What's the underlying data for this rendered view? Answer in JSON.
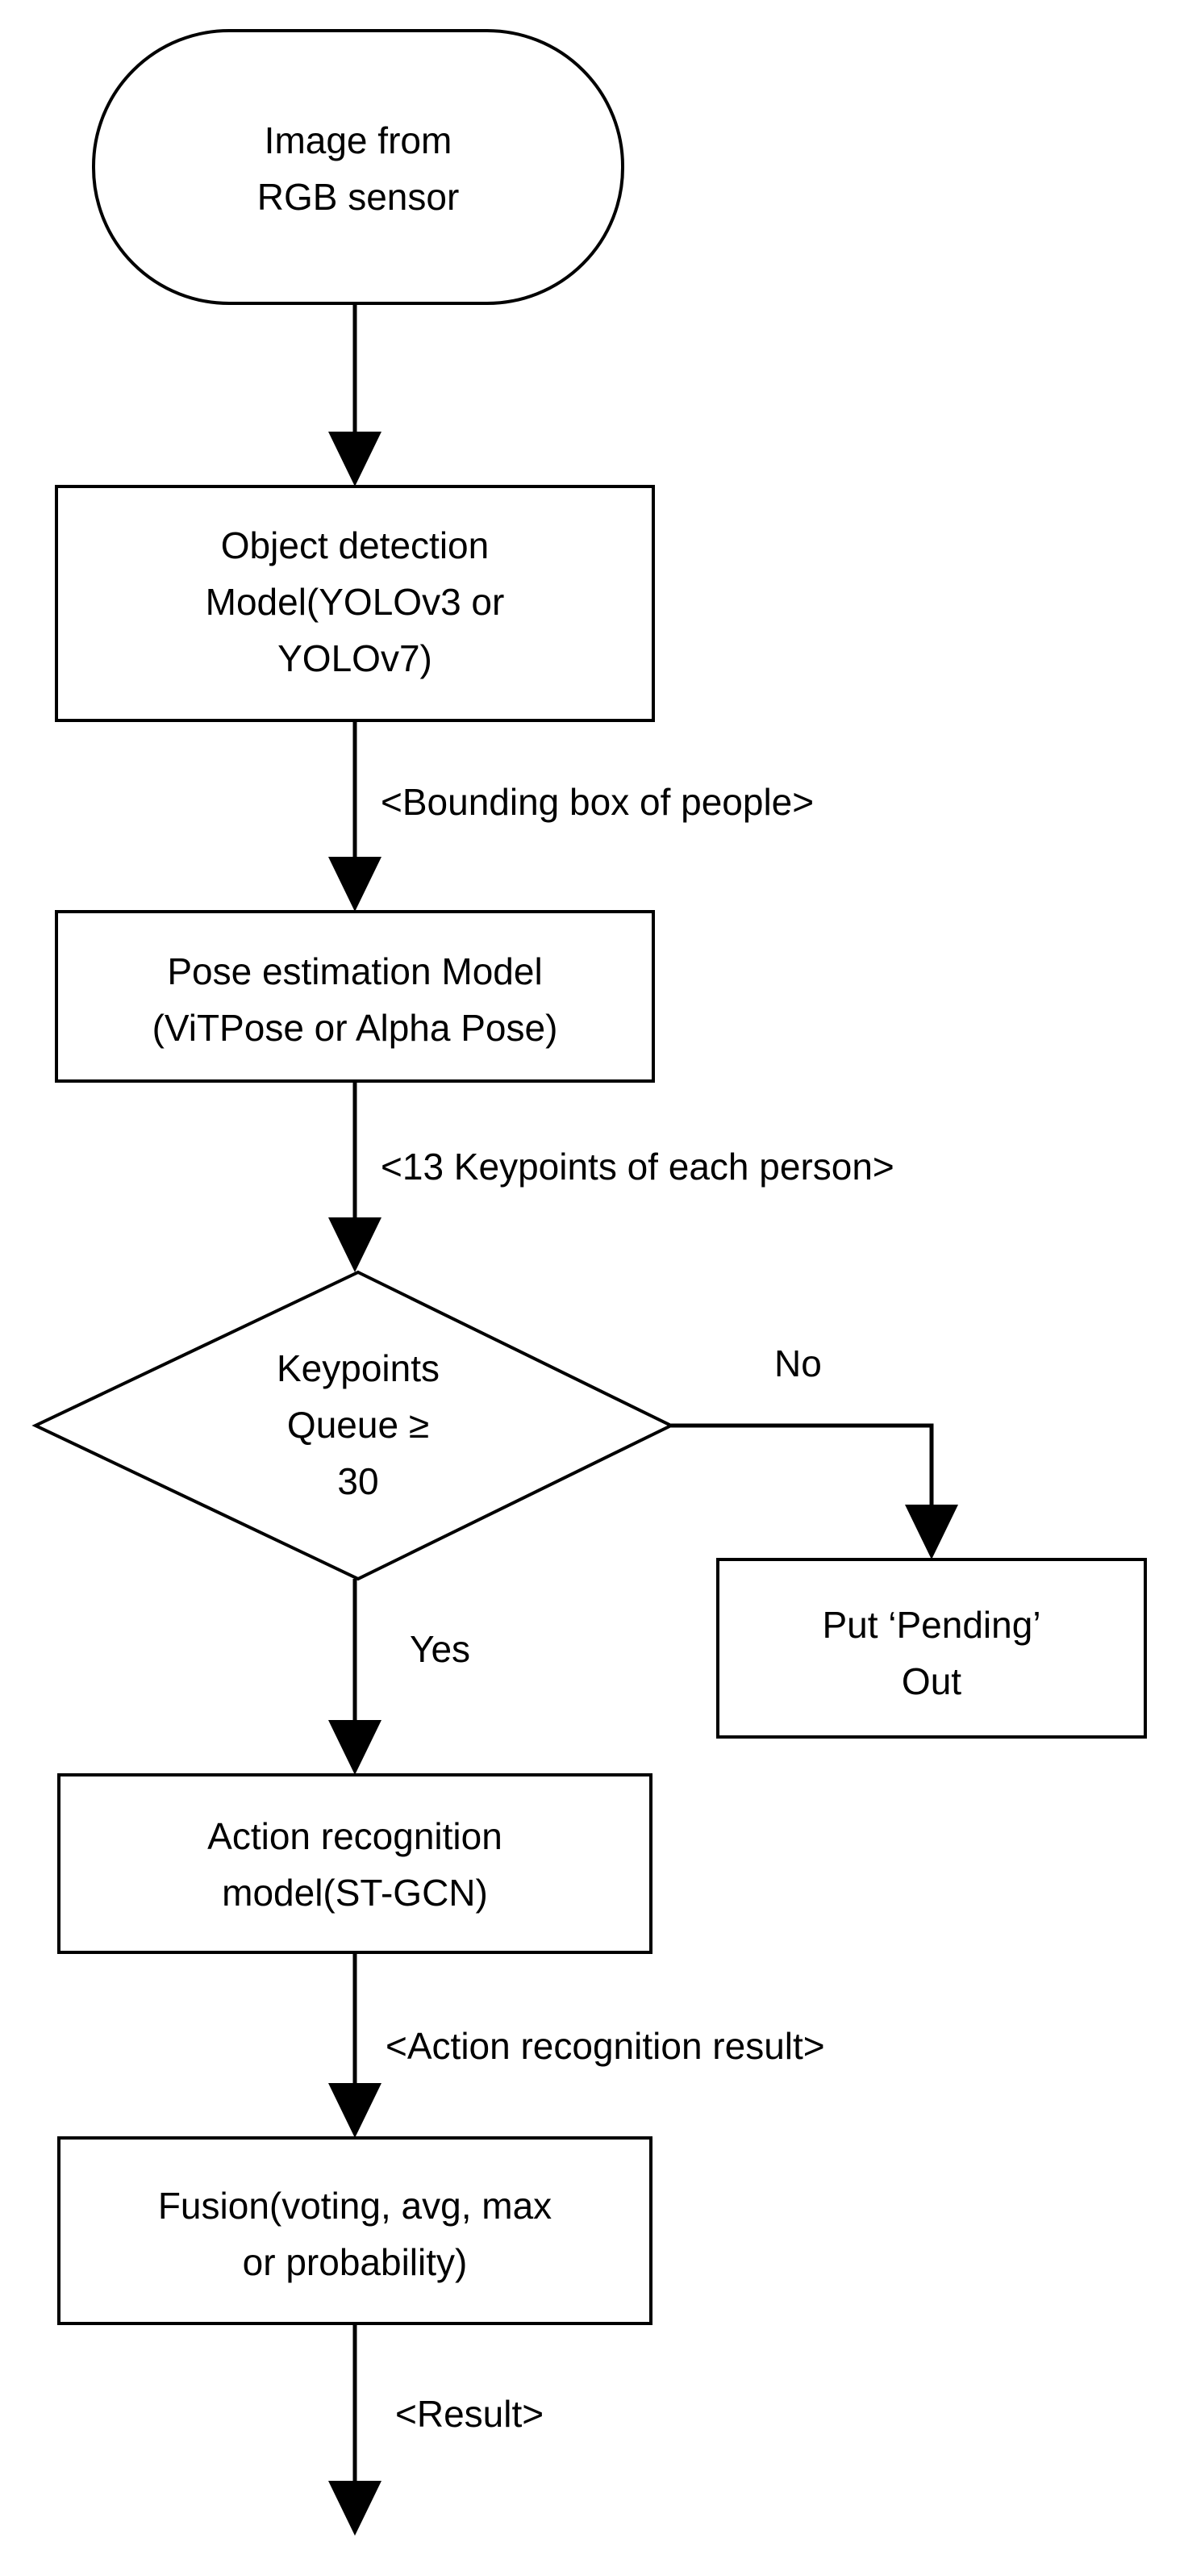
{
  "nodes": {
    "start": {
      "lines": [
        "Image from",
        "RGB sensor"
      ]
    },
    "detection": {
      "lines": [
        "Object detection",
        "Model(YOLOv3 or",
        "YOLOv7)"
      ]
    },
    "pose": {
      "lines": [
        "Pose estimation Model",
        "(ViTPose or Alpha Pose)"
      ]
    },
    "decision": {
      "lines": [
        "Keypoints",
        "Queue ≥",
        "30"
      ]
    },
    "pending": {
      "lines": [
        "Put ‘Pending’",
        "Out"
      ]
    },
    "action": {
      "lines": [
        "Action recognition",
        "model(ST-GCN)"
      ]
    },
    "fusion": {
      "lines": [
        "Fusion(voting, avg, max",
        "or probability)"
      ]
    }
  },
  "edges": {
    "detection_to_pose": "<Bounding box of people>",
    "pose_to_decision": "<13 Keypoints  of  each person>",
    "decision_no": "No",
    "decision_yes": "Yes",
    "action_to_fusion": "<Action recognition result>",
    "fusion_out": "<Result>"
  }
}
